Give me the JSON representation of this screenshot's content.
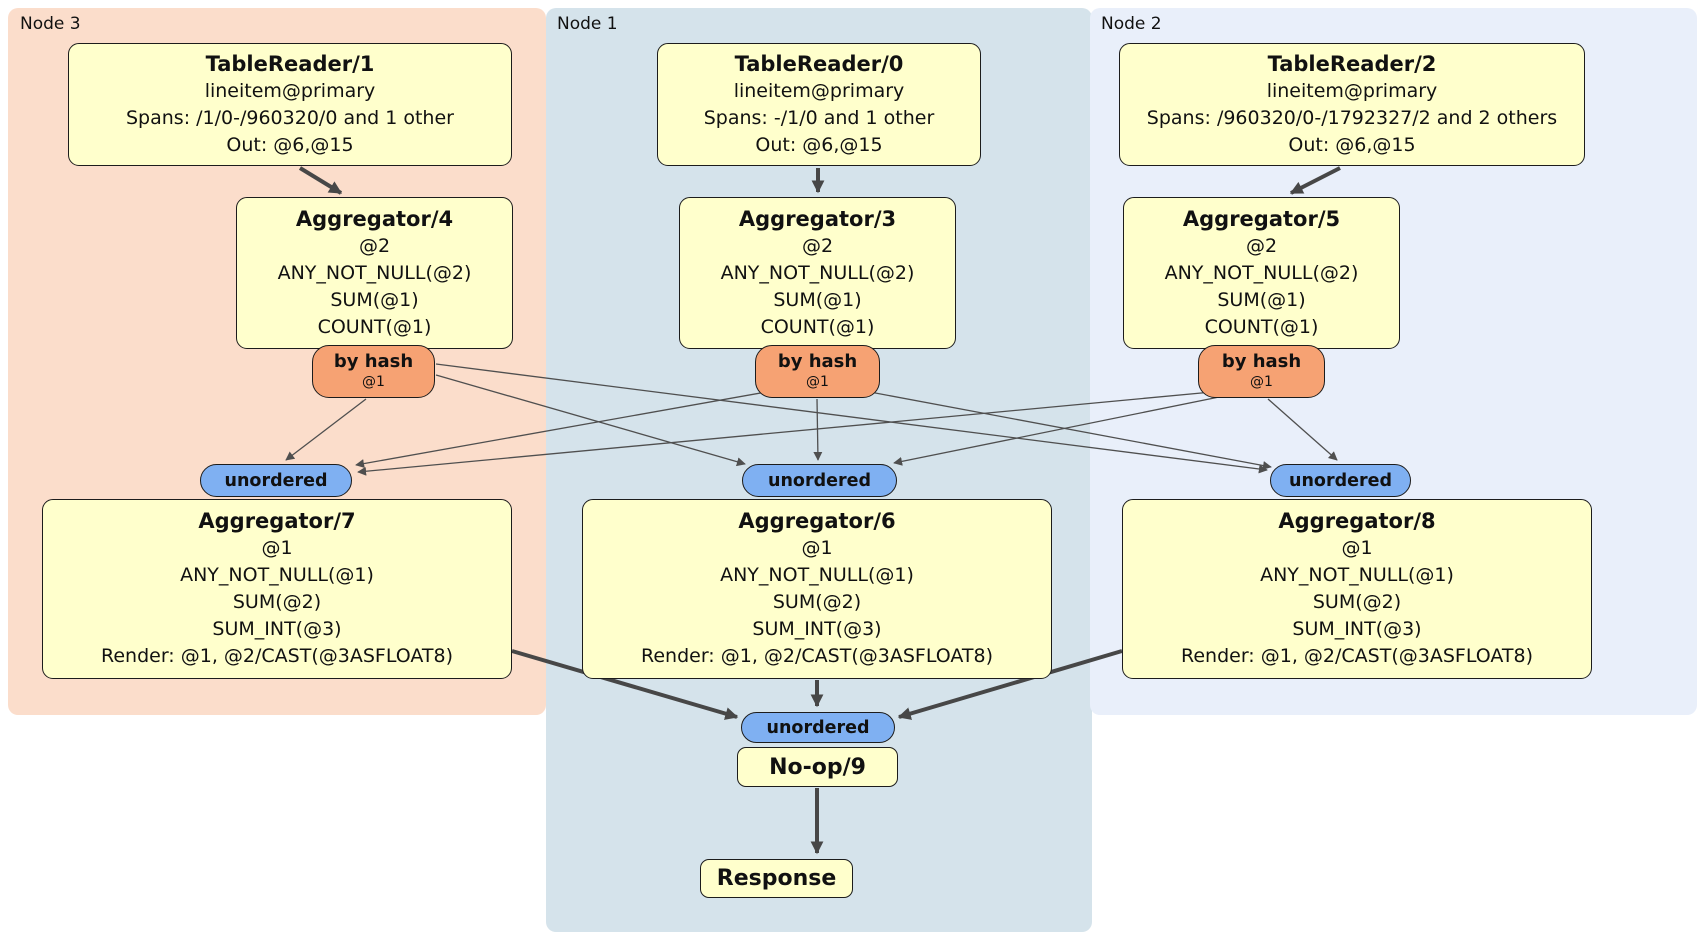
{
  "regions": {
    "node3": {
      "label": "Node 3"
    },
    "node1": {
      "label": "Node 1"
    },
    "node2": {
      "label": "Node 2"
    }
  },
  "processors": {
    "tablereader1": {
      "title": "TableReader/1",
      "lines": [
        "lineitem@primary",
        "Spans: /1/0-/960320/0 and 1 other",
        "Out: @6,@15"
      ]
    },
    "tablereader0": {
      "title": "TableReader/0",
      "lines": [
        "lineitem@primary",
        "Spans: -/1/0 and 1 other",
        "Out: @6,@15"
      ]
    },
    "tablereader2": {
      "title": "TableReader/2",
      "lines": [
        "lineitem@primary",
        "Spans: /960320/0-/1792327/2 and 2 others",
        "Out: @6,@15"
      ]
    },
    "aggregator4": {
      "title": "Aggregator/4",
      "lines": [
        "@2",
        "ANY_NOT_NULL(@2)",
        "SUM(@1)",
        "COUNT(@1)"
      ]
    },
    "aggregator3": {
      "title": "Aggregator/3",
      "lines": [
        "@2",
        "ANY_NOT_NULL(@2)",
        "SUM(@1)",
        "COUNT(@1)"
      ]
    },
    "aggregator5": {
      "title": "Aggregator/5",
      "lines": [
        "@2",
        "ANY_NOT_NULL(@2)",
        "SUM(@1)",
        "COUNT(@1)"
      ]
    },
    "aggregator7": {
      "title": "Aggregator/7",
      "lines": [
        "@1",
        "ANY_NOT_NULL(@1)",
        "SUM(@2)",
        "SUM_INT(@3)",
        "Render: @1, @2/CAST(@3ASFLOAT8)"
      ]
    },
    "aggregator6": {
      "title": "Aggregator/6",
      "lines": [
        "@1",
        "ANY_NOT_NULL(@1)",
        "SUM(@2)",
        "SUM_INT(@3)",
        "Render: @1, @2/CAST(@3ASFLOAT8)"
      ]
    },
    "aggregator8": {
      "title": "Aggregator/8",
      "lines": [
        "@1",
        "ANY_NOT_NULL(@1)",
        "SUM(@2)",
        "SUM_INT(@3)",
        "Render: @1, @2/CAST(@3ASFLOAT8)"
      ]
    },
    "noop9": {
      "title": "No-op/9"
    },
    "response": {
      "title": "Response"
    }
  },
  "routers": {
    "hash3": {
      "label": "by hash",
      "detail": "@1"
    },
    "hash1": {
      "label": "by hash",
      "detail": "@1"
    },
    "hash2": {
      "label": "by hash",
      "detail": "@1"
    }
  },
  "synchronizers": {
    "unordered3": {
      "label": "unordered"
    },
    "unordered1": {
      "label": "unordered"
    },
    "unordered2": {
      "label": "unordered"
    },
    "unordered_final": {
      "label": "unordered"
    }
  },
  "colors": {
    "region_node3": "#fbddcb",
    "region_node1": "#d5e3eb",
    "region_node2": "#e9effa",
    "processor_fill": "#ffffcc",
    "router_fill": "#f6a273",
    "sync_fill": "#7fb0f2",
    "edge": "#474747"
  }
}
